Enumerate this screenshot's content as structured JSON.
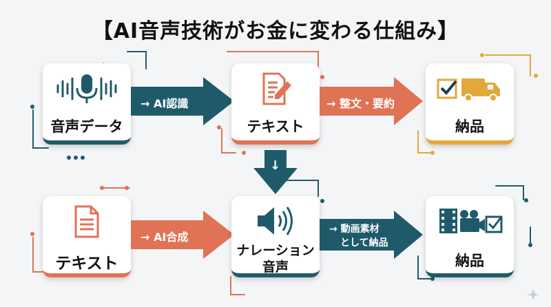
{
  "title": "【AI音声技術がお金に変わる仕組み】",
  "row1": {
    "card1": {
      "label": "音声データ",
      "icon": "waveform-microphone-icon"
    },
    "arrow1": {
      "label": "→ AI認識"
    },
    "card2": {
      "label": "テキスト",
      "icon": "document-pencil-icon"
    },
    "arrow2": {
      "label": "→ 整文・要約"
    },
    "card3": {
      "label": "納品",
      "icon": "checkbox-truck-icon"
    }
  },
  "down_arrow": {
    "label": "↓"
  },
  "row2": {
    "card1": {
      "label": "テキスト",
      "icon": "document-icon"
    },
    "arrow1": {
      "label": "→ AI合成"
    },
    "card2": {
      "label_line1": "ナレーション",
      "label_line2": "音声",
      "icon": "speaker-icon"
    },
    "arrow2": {
      "label_line1": "→ 動画素材",
      "label_line2": "として納品"
    },
    "card3": {
      "label": "納品",
      "icon": "film-camera-checkbox-icon"
    }
  },
  "colors": {
    "teal": "#1f5a6b",
    "coral": "#e07256",
    "gold": "#e1a93b"
  }
}
